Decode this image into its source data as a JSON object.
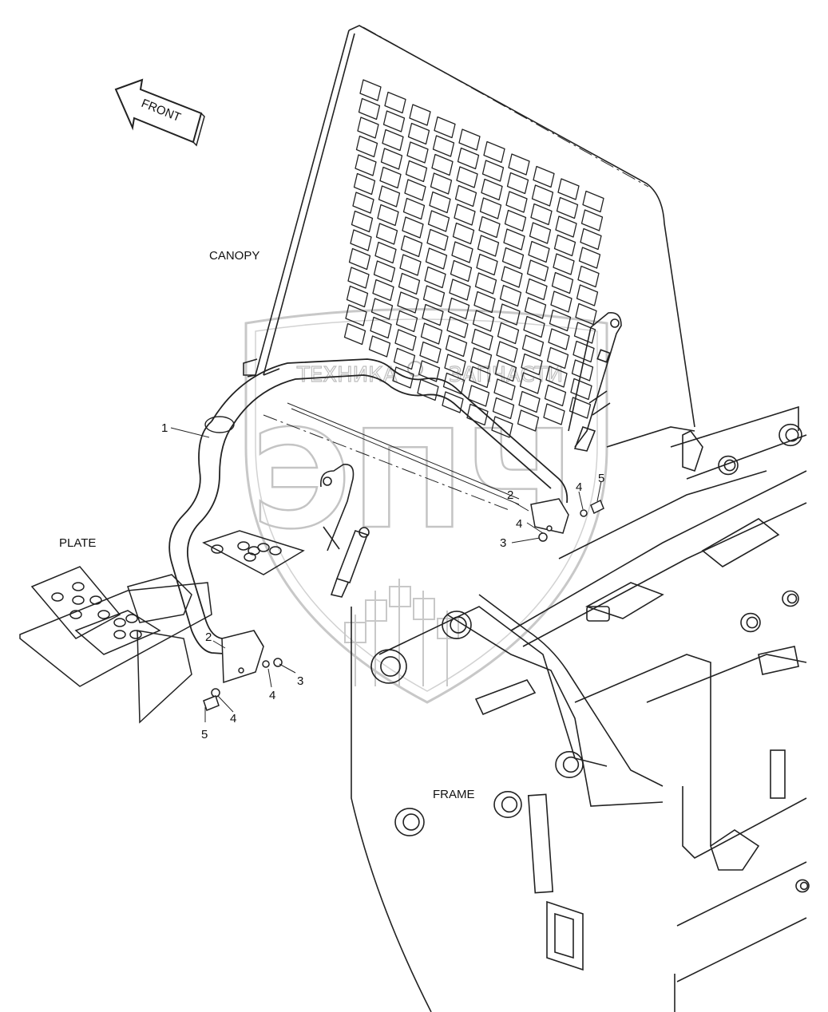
{
  "labels": {
    "front": "FRONT",
    "canopy": "CANOPY",
    "plate": "PLATE",
    "frame": "FRAME"
  },
  "callouts": {
    "c1": "1",
    "c2_left": "2",
    "c3_left": "3",
    "c4_left_a": "4",
    "c4_left_b": "4",
    "c5_left": "5",
    "c2_right": "2",
    "c3_right": "3",
    "c4_right_a": "4",
    "c4_right_b": "4",
    "c5_right": "5"
  },
  "watermark": {
    "left_word": "ТЕХНИКА",
    "right_word": "ЗАПЧАСТИ",
    "letters": "ЭПЧ",
    "color": "#bdbdbd"
  },
  "colors": {
    "line": "#222222",
    "background": "#ffffff"
  }
}
